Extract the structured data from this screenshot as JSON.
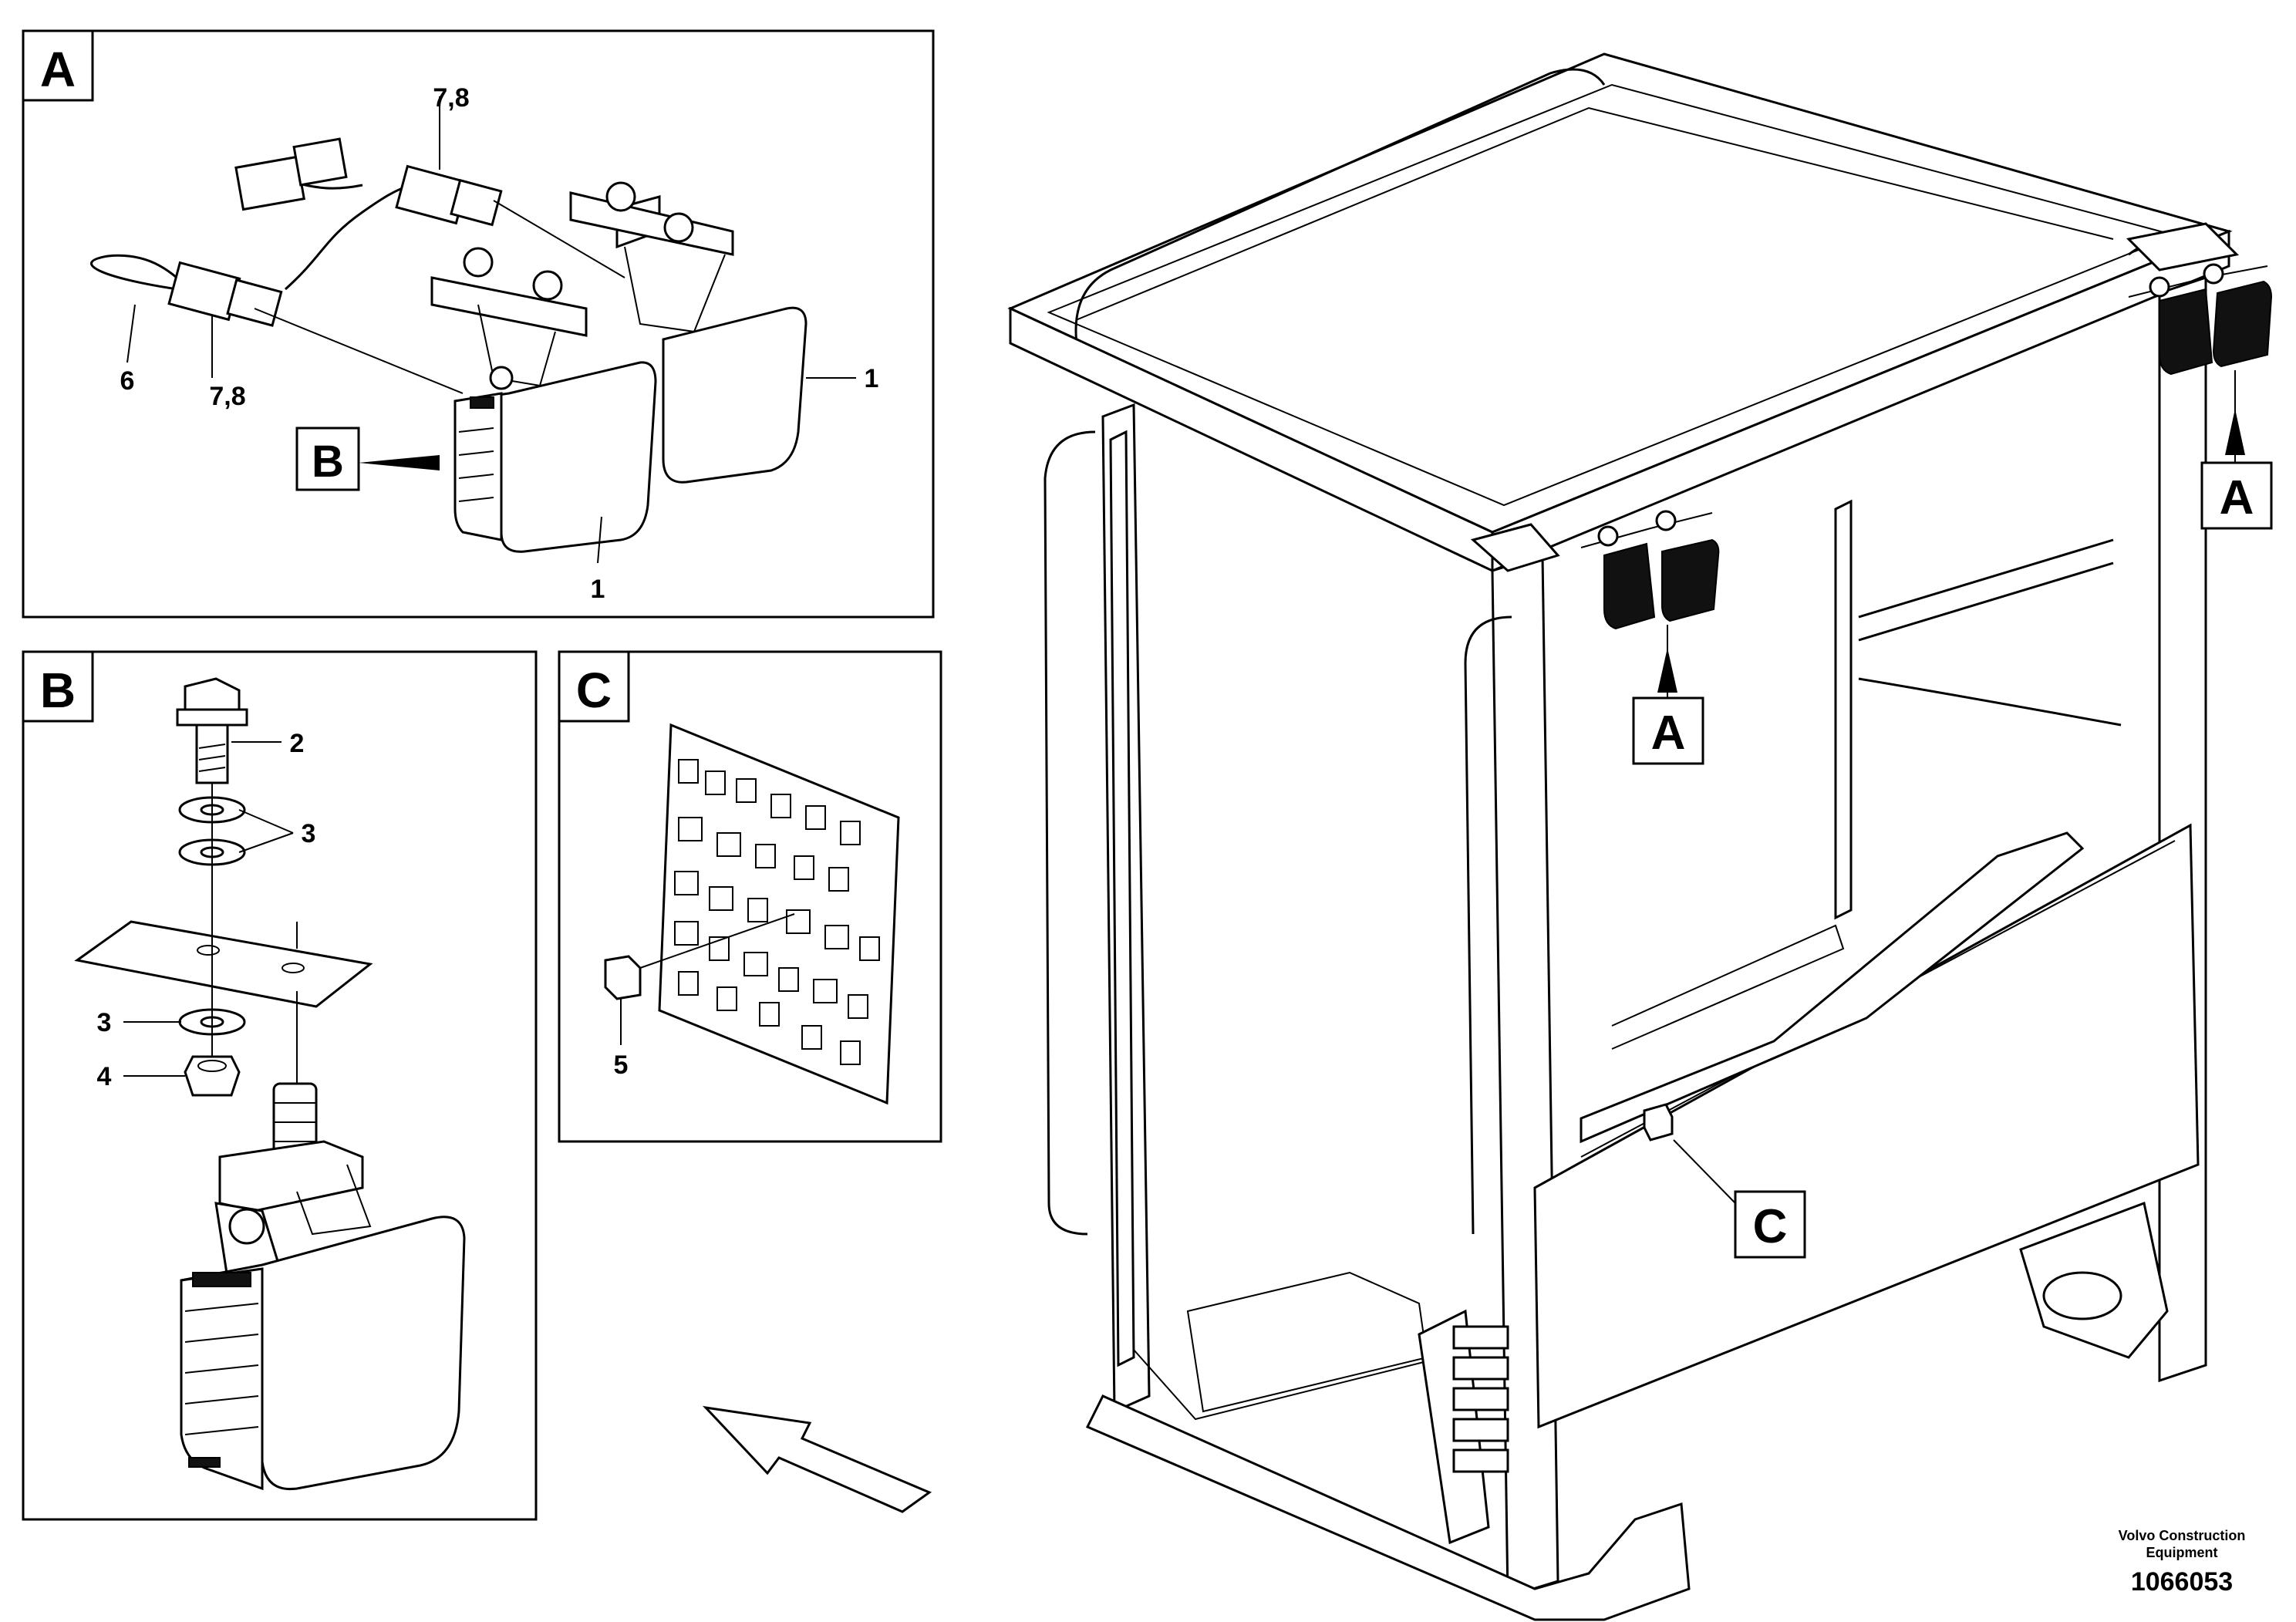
{
  "detail_views": {
    "A": {
      "tag": "A",
      "callouts": [
        "7,8",
        "7,8",
        "6",
        "1",
        "1"
      ],
      "ref_tag": "B"
    },
    "B": {
      "tag": "B",
      "callouts": [
        "2",
        "3",
        "3",
        "4"
      ]
    },
    "C": {
      "tag": "C",
      "callouts": [
        "5"
      ]
    }
  },
  "main_view": {
    "tags": [
      "A",
      "A",
      "C"
    ]
  },
  "footer": {
    "company_line1": "Volvo Construction",
    "company_line2": "Equipment",
    "drawing_number": "1066053"
  }
}
